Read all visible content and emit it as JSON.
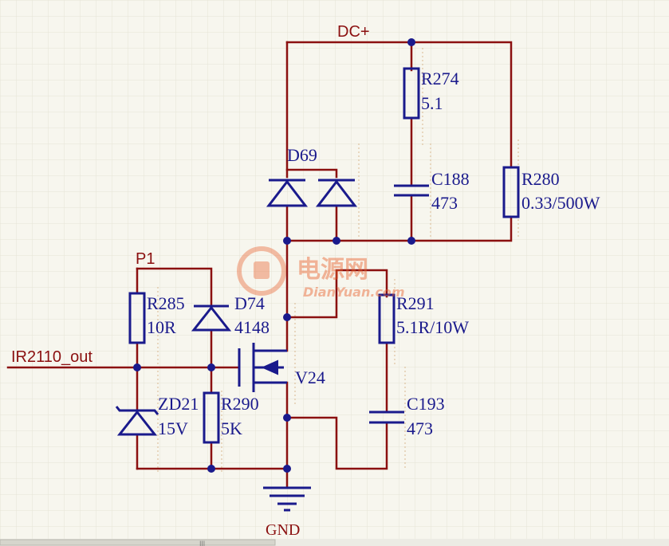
{
  "nets": {
    "dc_plus": "DC+",
    "p1": "P1",
    "input": "IR2110_out",
    "gnd": "GND"
  },
  "components": {
    "r274": {
      "ref": "R274",
      "value": "5.1"
    },
    "c188": {
      "ref": "C188",
      "value": "473"
    },
    "r280": {
      "ref": "R280",
      "value": "0.33/500W"
    },
    "d69": {
      "ref": "D69"
    },
    "r285": {
      "ref": "R285",
      "value": "10R"
    },
    "d74": {
      "ref": "D74",
      "value": "4148"
    },
    "r291": {
      "ref": "R291",
      "value": "5.1R/10W"
    },
    "v24": {
      "ref": "V24"
    },
    "zd21": {
      "ref": "ZD21",
      "value": "15V"
    },
    "r290": {
      "ref": "R290",
      "value": "5K"
    },
    "c193": {
      "ref": "C193",
      "value": "473"
    }
  },
  "watermark": {
    "cn": "电源网",
    "en": "DianYuan.com"
  },
  "colors": {
    "wire": "#8b1010",
    "component": "#1a1a8c",
    "background": "#f7f6ee",
    "watermark": "#e8612c"
  }
}
